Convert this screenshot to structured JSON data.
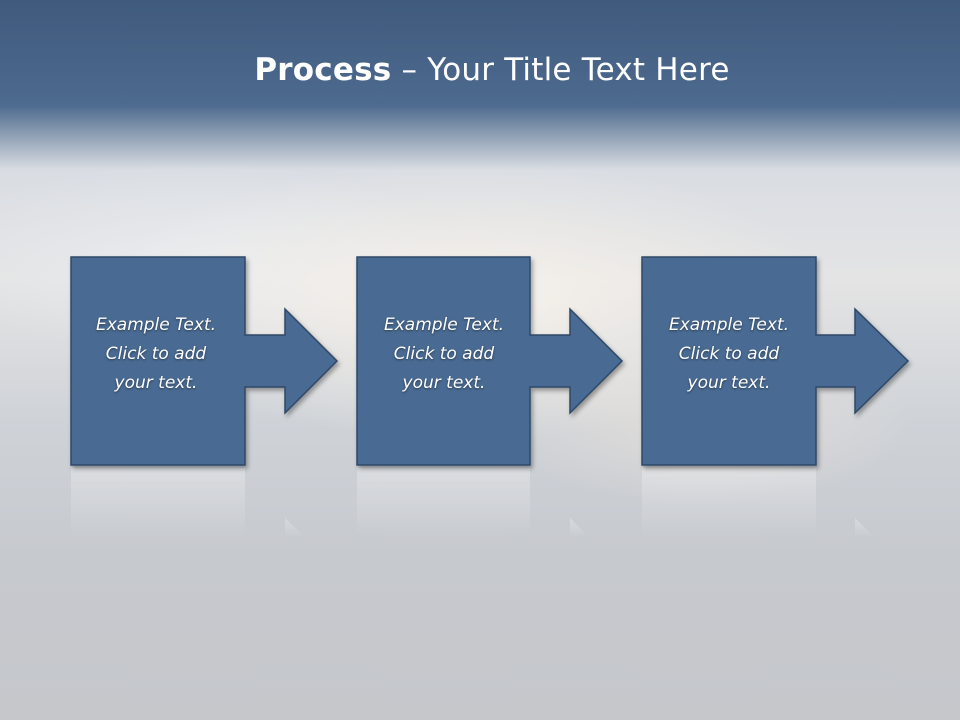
{
  "slide": {
    "title_bold": "Process",
    "title_rest": " – Your Title Text Here"
  },
  "process": {
    "steps": [
      {
        "line1": "Example Text.",
        "line2": "Click  to add",
        "line3": "your text."
      },
      {
        "line1": "Example Text.",
        "line2": "Click  to add",
        "line3": "your text."
      },
      {
        "line1": "Example Text.",
        "line2": "Click  to add",
        "line3": "your text."
      }
    ]
  },
  "colors": {
    "box_fill": "#4a6a92",
    "box_stroke": "#2e4868",
    "title_text": "#ffffff"
  }
}
